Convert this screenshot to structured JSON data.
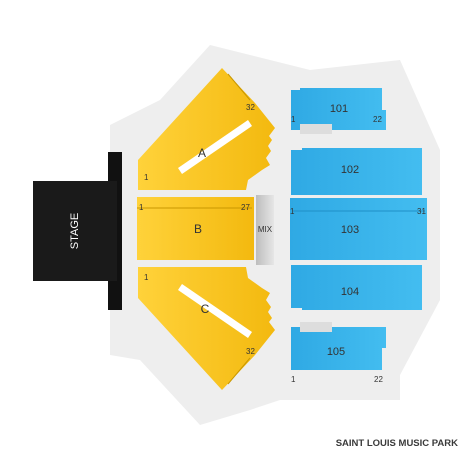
{
  "venue_name": "SAINT LOUIS MUSIC PARK",
  "stage": {
    "label": "STAGE"
  },
  "mix": {
    "label": "MIX"
  },
  "sections": {
    "A": {
      "label": "A",
      "row_start": "1",
      "row_end": "32"
    },
    "B": {
      "label": "B",
      "row_start": "1",
      "row_end": "27"
    },
    "C": {
      "label": "C",
      "row_start": "1",
      "row_end": "32"
    },
    "s101": {
      "label": "101",
      "row_start": "1",
      "row_end": "22"
    },
    "s102": {
      "label": "102"
    },
    "s103": {
      "label": "103",
      "row_start": "1",
      "row_end": "31"
    },
    "s104": {
      "label": "104"
    },
    "s105": {
      "label": "105",
      "row_start": "1",
      "row_end": "22"
    }
  },
  "colors": {
    "floor_outline": "#eeeeee",
    "stage": "#1a1a1a",
    "stage_strip": "#111111",
    "gold_sections": "#f7c21a",
    "blue_sections": "#39b6ec",
    "mix": "#cccccc",
    "aisles": "#ffffff"
  }
}
